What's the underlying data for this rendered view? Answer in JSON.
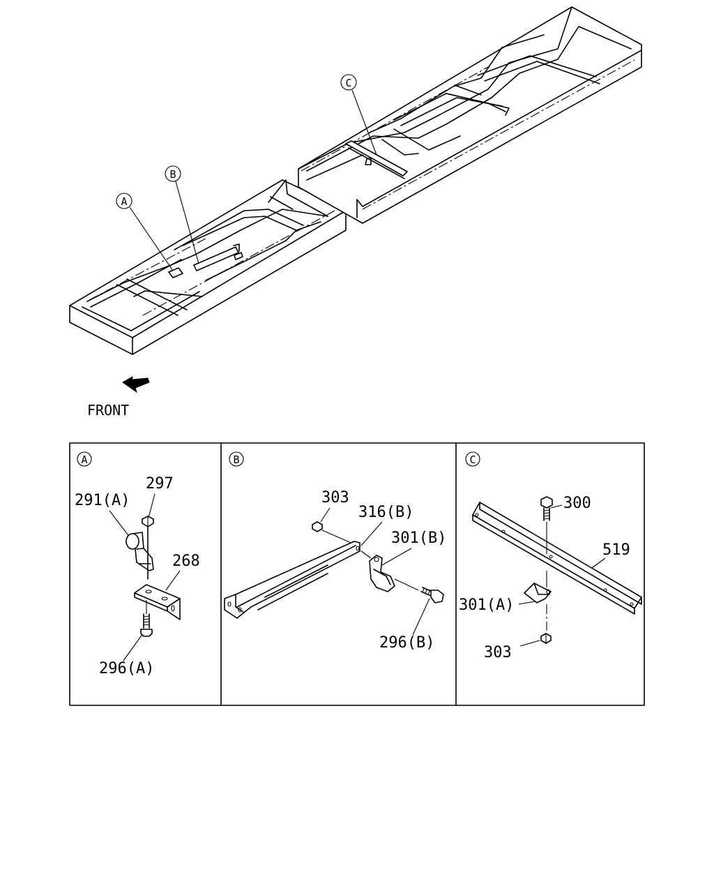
{
  "overview": {
    "callouts": {
      "a": "A",
      "b": "B",
      "c": "C"
    },
    "front_label": "FRONT"
  },
  "details": {
    "a": {
      "marker": "A",
      "parts": {
        "p297": "297",
        "p291a": "291(A)",
        "p268": "268",
        "p296a": "296(A)"
      }
    },
    "b": {
      "marker": "B",
      "parts": {
        "p303": "303",
        "p316b": "316(B)",
        "p301b": "301(B)",
        "p296b": "296(B)"
      }
    },
    "c": {
      "marker": "C",
      "parts": {
        "p300": "300",
        "p519": "519",
        "p301a": "301(A)",
        "p303": "303"
      }
    }
  }
}
